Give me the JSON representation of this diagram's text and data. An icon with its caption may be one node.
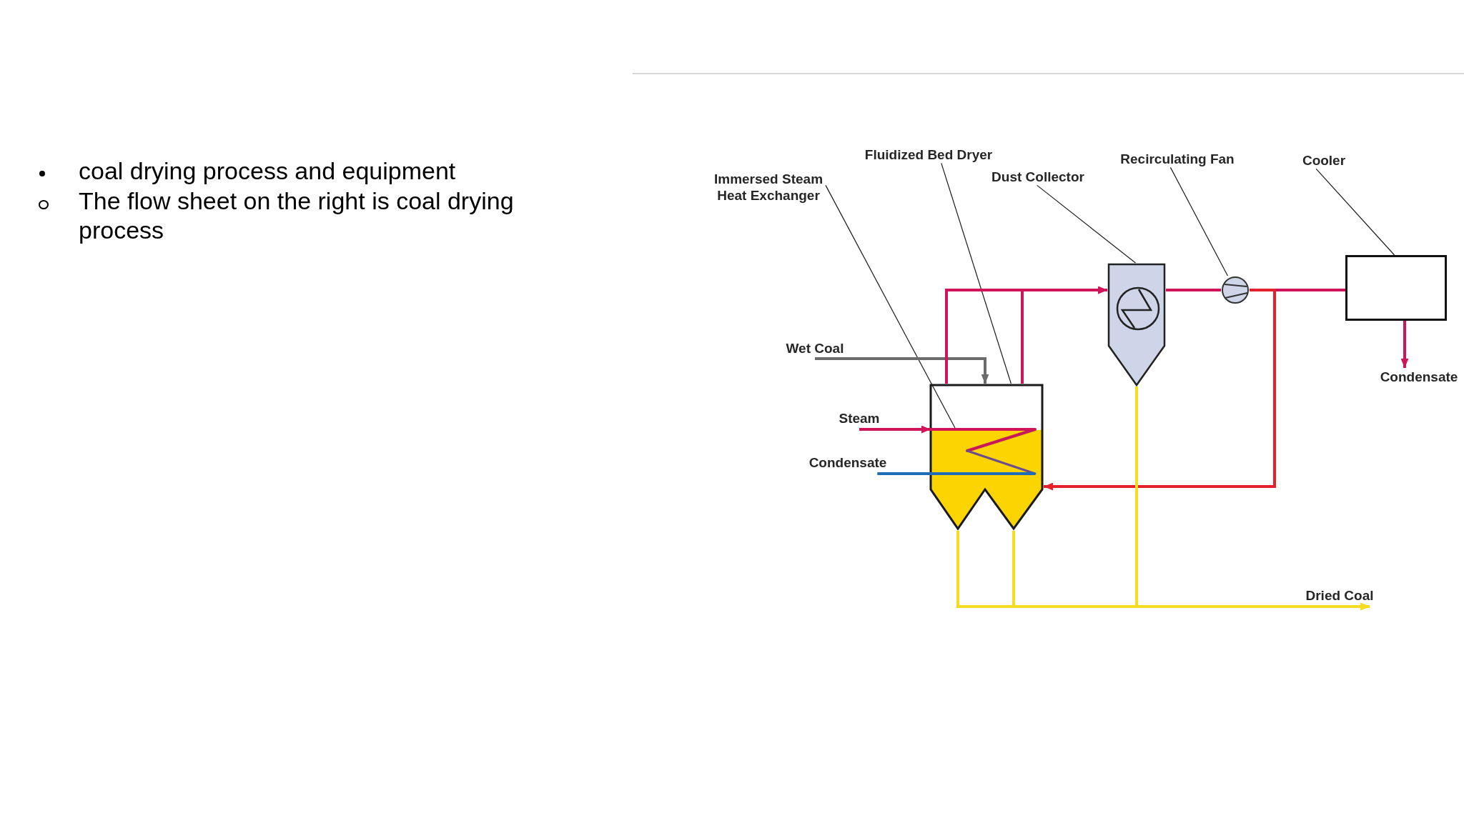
{
  "diagram": {
    "nodes": [
      {
        "text": [
          "Fluidized Bed Dryer"
        ]
      },
      {
        "text": [
          "Recirculating Fan"
        ]
      },
      {
        "text": [
          "Cooler"
        ]
      },
      {
        "text": [
          "Immersed Steam Heat Exchanger"
        ]
      },
      {
        "text": [
          "Dust Collector"
        ]
      },
      {
        "text": [],
        "shape": "box"
      },
      {
        "text": [],
        "shape": "picture"
      },
      {
        "text": [],
        "shape": "circle"
      },
      {
        "text": [
          "Wet Coal"
        ]
      },
      {
        "text": [],
        "shape": "picture"
      },
      {
        "text": [
          "Condensate"
        ]
      },
      {
        "text": [
          "Steam"
        ]
      },
      {
        "text": [],
        "shape": "picture",
        "in": 9
      },
      {
        "text": [
          "Condensate"
        ]
      },
      {
        "text": [
          "Dried Coal"
        ]
      }
    ],
    "edges": [
      {
        "from": 0,
        "to": 9,
        "arrow": "none",
        "color": "#1a1a1a"
      },
      {
        "from": 1,
        "to": 7,
        "arrow": "none",
        "color": "#1a1a1a"
      },
      {
        "from": 2,
        "to": 5,
        "arrow": "none",
        "color": "#1a1a1a"
      },
      {
        "from": 3,
        "to": 12,
        "arrow": "none",
        "color": "#1a1a1a"
      },
      {
        "from": 4,
        "to": 6,
        "arrow": "none",
        "color": "#1a1a1a"
      },
      {
        "from": 8,
        "to": 9,
        "arrow": "to",
        "color": "#6b6b6b"
      },
      {
        "from": 9,
        "to": 6,
        "arrow": "to"
      },
      {
        "from": 9,
        "to": 6,
        "arrow": "to"
      },
      {
        "from": 6,
        "to": 7,
        "arrow": "none"
      },
      {
        "from": 7,
        "to": 5,
        "arrow": "none"
      },
      {
        "from": 7,
        "to": 9,
        "arrow": "to",
        "color": "#e3202c"
      },
      {
        "from": 5,
        "to": 10,
        "arrow": "to"
      },
      {
        "from": 11,
        "to": 12,
        "arrow": "to"
      },
      {
        "from": 12,
        "to": 13,
        "arrow": "none",
        "color": "#1f6db8"
      },
      {
        "from": 9,
        "to": 14,
        "arrow": "to",
        "color": "#f5dc1e"
      },
      {
        "from": 9,
        "to": 14,
        "arrow": "to",
        "color": "#f5dc1e"
      },
      {
        "from": 6,
        "to": 14,
        "arrow": "to",
        "color": "#f5dc1e"
      }
    ],
    "labels": [
      "coal drying process and equipment",
      "The flow sheet on the right is coal drying process"
    ]
  }
}
